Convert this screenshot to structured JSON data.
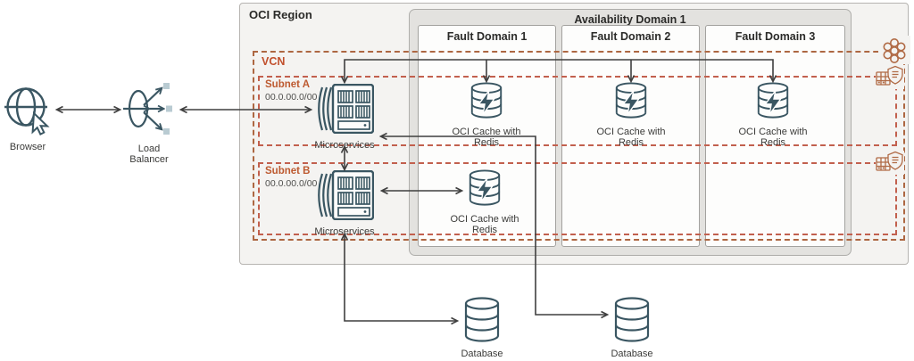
{
  "title": "OCI Cache with Redis architecture diagram",
  "region": {
    "label": "OCI Region"
  },
  "availability_domain": {
    "label": "Availability Domain 1"
  },
  "fault_domains": [
    {
      "label": "Fault Domain 1"
    },
    {
      "label": "Fault Domain 2"
    },
    {
      "label": "Fault Domain 3"
    }
  ],
  "vcn": {
    "label": "VCN"
  },
  "subnets": [
    {
      "label": "Subnet A",
      "cidr": "00.0.00.0/00"
    },
    {
      "label": "Subnet B",
      "cidr": "00.0.00.0/00"
    }
  ],
  "nodes": {
    "browser": {
      "label": "Browser"
    },
    "load_balancer": {
      "label_line1": "Load",
      "label_line2": "Balancer"
    },
    "microservices_a": {
      "label": "Microservices"
    },
    "microservices_b": {
      "label": "Microservices"
    },
    "cache": {
      "label_line1": "OCI Cache with",
      "label_line2": "Redis"
    },
    "database": {
      "label": "Database"
    }
  },
  "icons": {
    "browser": "globe-with-cursor",
    "load_balancer": "ellipse-with-fanout-arrows",
    "microservices": "server-rack-with-stack-arcs",
    "cache": "database-cylinder-with-lightning-bolt",
    "database": "database-cylinder",
    "vcn_badge": "honeycomb-network",
    "subnet_badge": "route-table-with-shield"
  },
  "colors": {
    "icon_teal": "#3a5662",
    "vcn_border": "#ad6742",
    "subnet_border": "#c2604e",
    "vcn_label": "#c14f2c",
    "subnet_label": "#bd5a30",
    "arrow": "#3f3f3f",
    "region_bg": "#f4f3f1",
    "ad_bg": "#e3e2df",
    "fd_bg": "#fdfdfc"
  }
}
